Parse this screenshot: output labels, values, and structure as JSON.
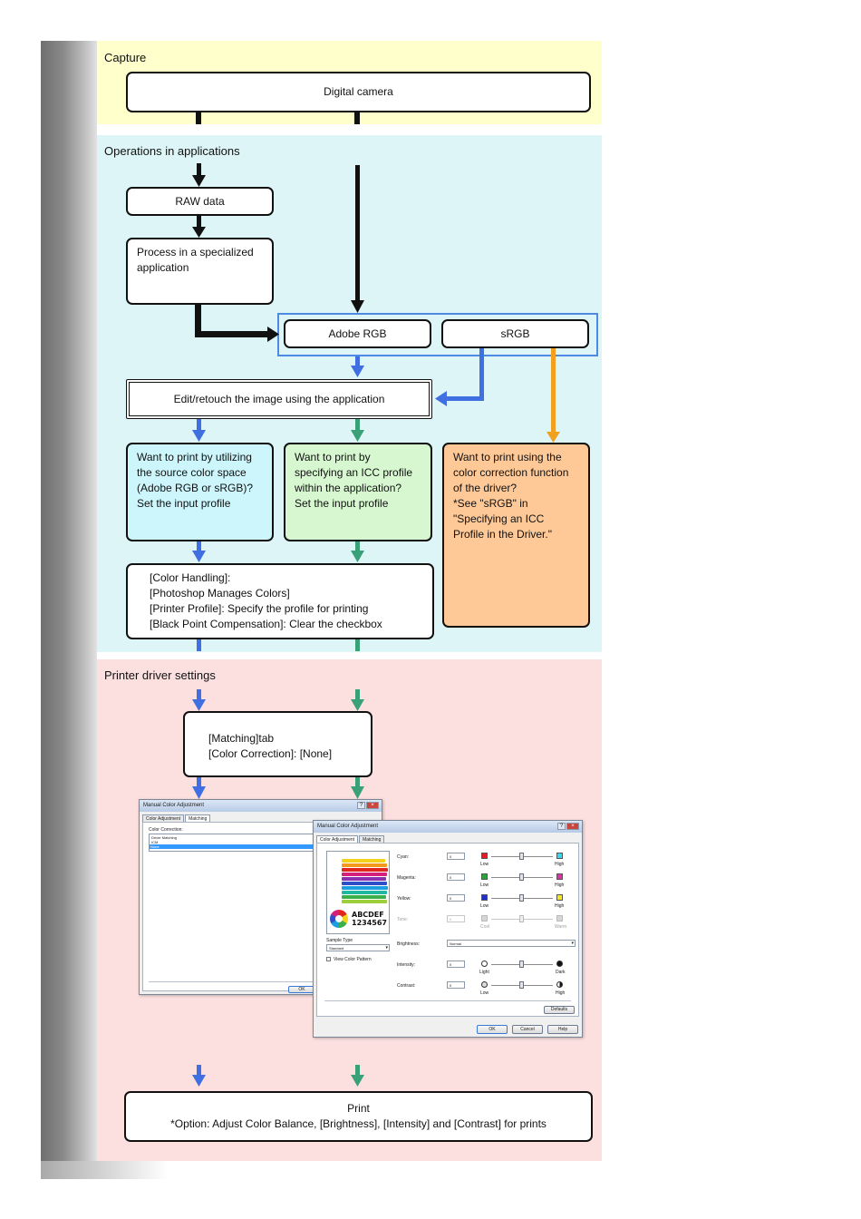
{
  "sections": {
    "capture": "Capture",
    "operations": "Operations in applications",
    "driver": "Printer driver settings"
  },
  "boxes": {
    "digital_camera": "Digital camera",
    "raw_data": "RAW data",
    "process_specialized": "Process in a specialized\napplication",
    "adobe_rgb": "Adobe RGB",
    "srgb": "sRGB",
    "edit_retouch": "Edit/retouch the image using the application",
    "source_color": "Want to print by utilizing\nthe source color space\n(Adobe RGB or sRGB)?\nSet the input profile",
    "icc_profile": "Want to print by\nspecifying an ICC profile\nwithin the application?\nSet the input profile",
    "driver_correction": "Want to print using the\ncolor correction function\nof the driver?\n*See \"sRGB\" in\n\"Specifying an ICC\nProfile in the Driver.\"",
    "photoshop_settings": "[Color Handling]:\n[Photoshop Manages Colors]\n[Printer Profile]: Specify the profile for printing\n[Black Point Compensation]: Clear the checkbox",
    "matching_tab": "[Matching]tab\n[Color Correction]: [None]",
    "print": "Print\n*Option: Adjust Color Balance, [Brightness], [Intensity] and [Contrast] for prints"
  },
  "dialog_back": {
    "title": "Manual Color Adjustment",
    "tabs": [
      "Color Adjustment",
      "Matching"
    ],
    "color_correction_label": "Color Correction:",
    "options": [
      "Driver Matching",
      "ICM",
      "None"
    ],
    "ok": "OK"
  },
  "dialog_front": {
    "title": "Manual Color Adjustment",
    "tabs": [
      "Color Adjustment",
      "Matching"
    ],
    "sample_text_1": "ABCDEF",
    "sample_text_2": "1234567",
    "sample_type_label": "Sample Type",
    "sample_type_value": "Standard",
    "view_color_pattern": "View Color Pattern",
    "cyan": "Cyan:",
    "magenta": "Magenta:",
    "yellow": "Yellow:",
    "tone": "Tone:",
    "brightness": "Brightness:",
    "brightness_value": "Normal",
    "intensity": "Intensity:",
    "contrast": "Contrast:",
    "zero": "0",
    "low": "Low",
    "high": "High",
    "cool": "Cool",
    "warm": "Warm",
    "light": "Light",
    "dark": "Dark",
    "defaults": "Defaults",
    "ok": "OK",
    "cancel": "Cancel",
    "help": "Help"
  },
  "colors": {
    "black_arrow": "#111111",
    "blue_arrow": "#3f6fe0",
    "green_arrow": "#3aa077",
    "orange_arrow": "#f2a020",
    "capture_band": "#ffffcc",
    "ops_band": "#ddf5f7",
    "driver_band": "#fce0e0"
  }
}
